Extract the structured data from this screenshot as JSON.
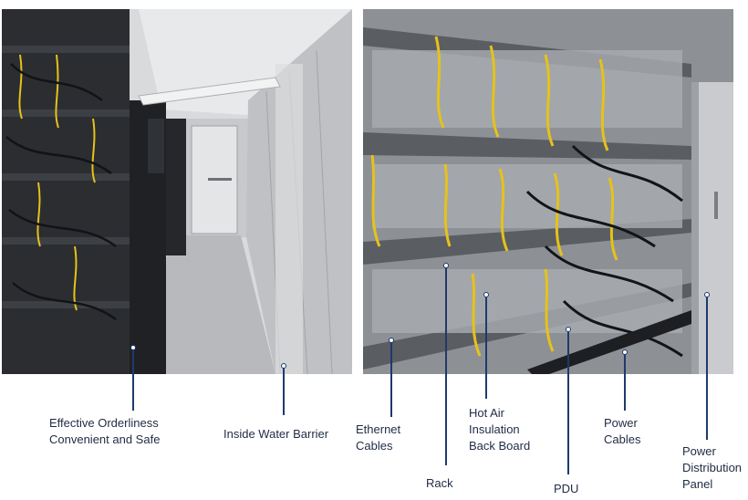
{
  "labels": {
    "effective_orderliness": "Effective Orderliness\nConvenient and Safe",
    "inside_water_barrier": "Inside Water Barrier",
    "ethernet_cables": "Ethernet\nCables",
    "rack": "Rack",
    "hot_air_board": "Hot Air\nInsulation\nBack Board",
    "pdu": "PDU",
    "power_cables": "Power\nCables",
    "power_distribution_panel": "Power\nDistribution\nPanel"
  },
  "colors": {
    "callout": "#1e3a6e",
    "label_text": "#1f2b44",
    "cable_yellow": "#e6c21a",
    "rack_dark": "#2b2d31",
    "panel_gray": "#c9cbce"
  }
}
